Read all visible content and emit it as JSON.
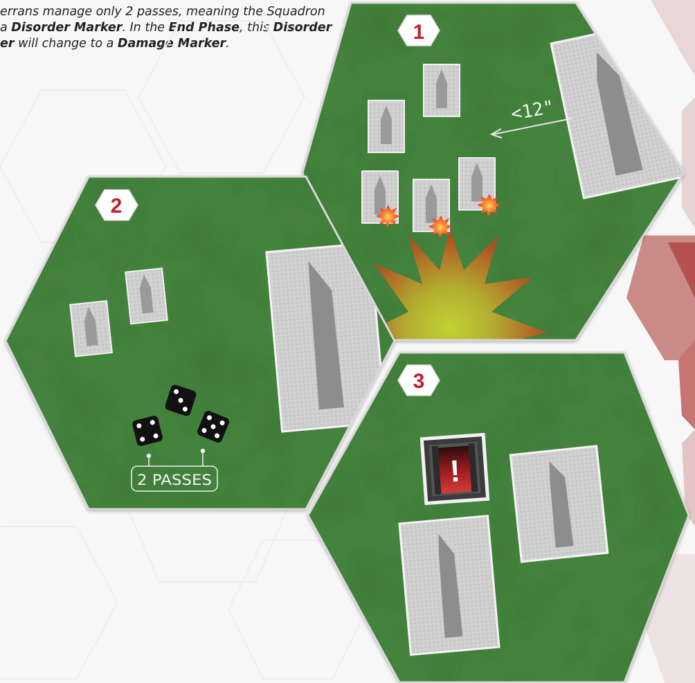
{
  "caption": {
    "line1": "errans manage only 2 passes, meaning the Squadron",
    "line2_pre": "a ",
    "line2_bold1": "Disorder Marker",
    "line2_mid": ". In the ",
    "line2_bold2": "End Phase",
    "line2_post": ", this ",
    "line2_bold3": "Disorder",
    "line3_bold1": "er",
    "line3_mid": " will change to a ",
    "line3_bold2": "Damage Marker",
    "line3_post": "."
  },
  "panels": [
    {
      "number": "1",
      "range_label": "<12\""
    },
    {
      "number": "2",
      "passes_label": "2 PASSES",
      "dice_pips": [
        4,
        3,
        5
      ]
    },
    {
      "number": "3",
      "marker_symbol": "!"
    }
  ],
  "colors": {
    "felt": "#3e7a34",
    "panel_border": "#d9d9d9",
    "badge_text": "#c21f2a",
    "marker_red": "#b01c22",
    "explosion": "#e8462a",
    "hex_accent": "#b4504e"
  }
}
